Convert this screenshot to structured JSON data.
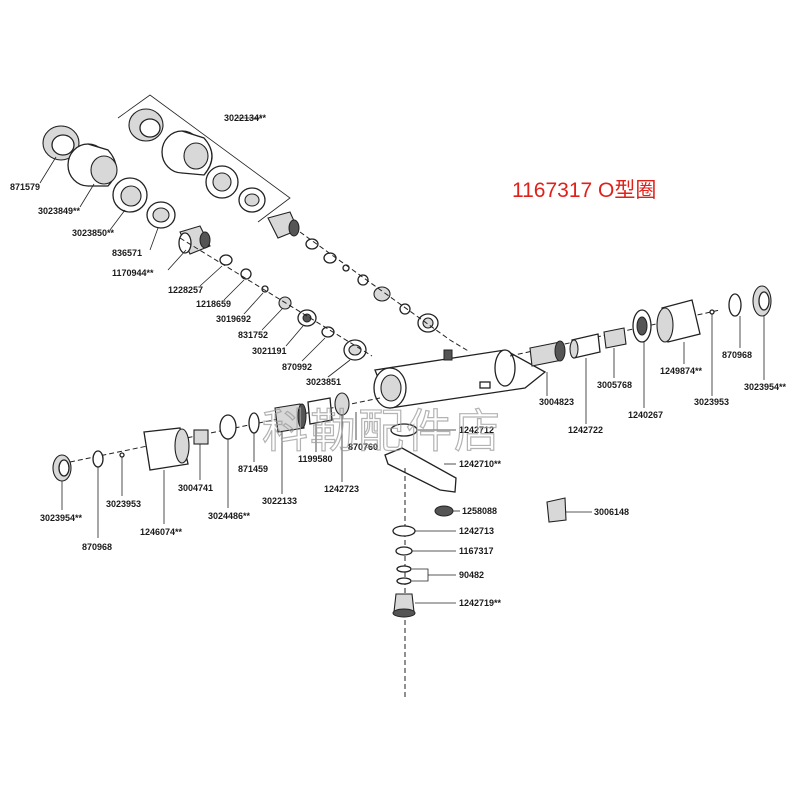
{
  "heading": "1167317 O型圈",
  "watermark": "科勒配件店",
  "colors": {
    "heading": "#e0201a",
    "line": "#222222",
    "watermark": "#9a9a9a"
  },
  "labels": {
    "p871579": "871579",
    "p3023849": "3023849**",
    "p3023850": "3023850**",
    "p836571": "836571",
    "p1170944": "1170944**",
    "p1228257": "1228257",
    "p1218659": "1218659",
    "p3019692": "3019692",
    "p831752": "831752",
    "p3021191": "3021191",
    "p870992": "870992",
    "p3023851": "3023851",
    "p3022134": "3022134**",
    "p3004823": "3004823",
    "p1242722": "1242722",
    "p3005768": "3005768",
    "p1240267": "1240267",
    "p1249874": "1249874**",
    "p3023953r": "3023953",
    "p870968r": "870968",
    "p3023954r": "3023954**",
    "p1242712": "1242712",
    "p870760": "870760",
    "p1199580": "1199580",
    "p1242723": "1242723",
    "p871459": "871459",
    "p3022133": "3022133",
    "p3024486": "3024486**",
    "p3004741": "3004741",
    "p1246074": "1246074**",
    "p3023953l": "3023953",
    "p870968l": "870968",
    "p3023954l": "3023954**",
    "p1242710": "1242710**",
    "p1258088": "1258088",
    "p3006148": "3006148",
    "p1242713": "1242713",
    "p1167317": "1167317",
    "p90482": "90482",
    "p1242719": "1242719**"
  }
}
